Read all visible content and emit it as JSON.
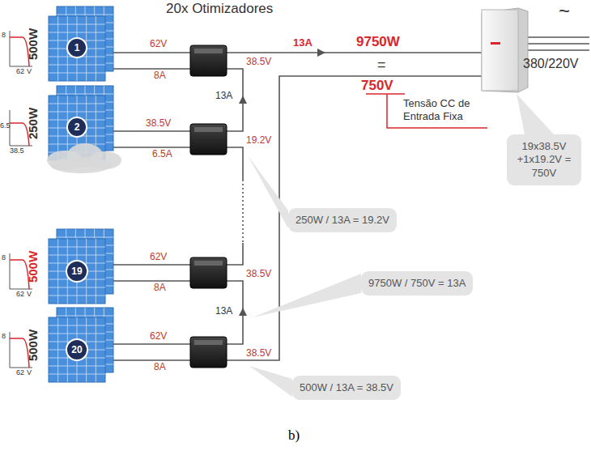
{
  "diagram": {
    "title": "20x Otimizadores",
    "caption": "b)",
    "nodes": [
      {
        "text": [
          "500W"
        ]
      },
      {
        "text": [
          "1"
        ],
        "in": 0
      },
      {
        "text": [
          "250W"
        ]
      },
      {
        "text": [
          "2"
        ],
        "in": 2
      },
      {
        "text": [
          "500W"
        ]
      },
      {
        "text": [
          "19"
        ],
        "in": 4
      },
      {
        "text": [
          "500W"
        ]
      },
      {
        "text": [
          "20"
        ],
        "in": 6
      },
      {
        "text": [
          "19x38.5V +1x19.2V = 750V"
        ]
      },
      {
        "text": [
          "250W / 13A = 19.2V"
        ]
      },
      {
        "text": [
          "9750W / 750V = 13A"
        ]
      },
      {
        "text": [
          "500W / 13A = 38.5V"
        ]
      }
    ],
    "labels": [
      "8",
      "62",
      "V",
      "62V",
      "8A",
      "38.5V",
      "13A",
      "9750W",
      "=",
      "750V",
      "~",
      "380/220V",
      "13A",
      "6.5",
      "38.5",
      "38.5V",
      "6.5A",
      "19.2V",
      "Tensão CC de Entrada Fixa",
      "8",
      "62",
      "V",
      "62V",
      "8A",
      "38.5V",
      "13A",
      "8",
      "62",
      "V",
      "62V",
      "8A",
      "38.5V"
    ]
  }
}
